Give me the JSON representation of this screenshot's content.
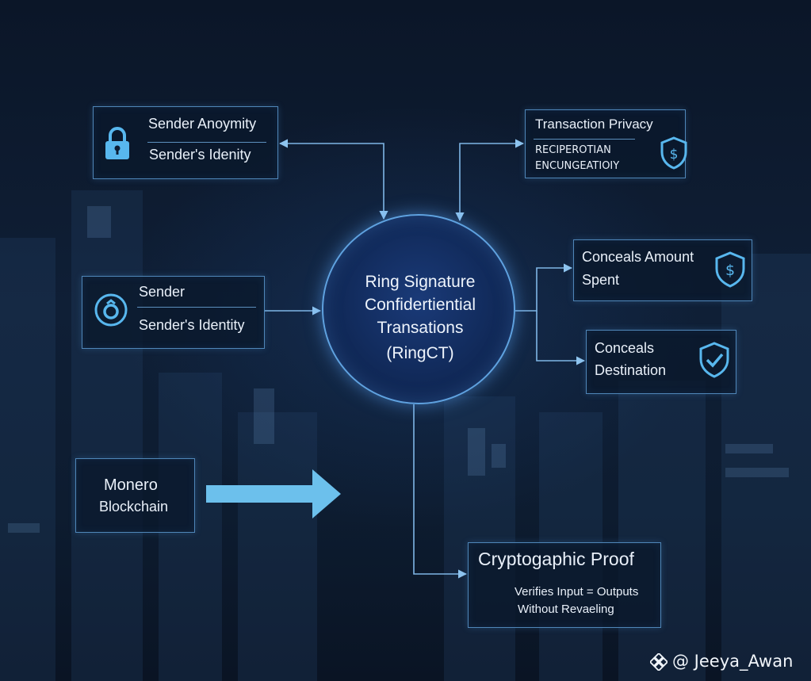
{
  "hub": {
    "line1": "Ring Signature",
    "line2": "Confidertiential",
    "line3": "Transations",
    "line4": "(RingCT)"
  },
  "sender_anonymity": {
    "title": "Sender Anoymity",
    "subtitle": "Sender's Idenity",
    "icon": "lock-icon"
  },
  "sender": {
    "title": "Sender",
    "subtitle": "Sender's Identity",
    "icon": "ring-icon"
  },
  "monero": {
    "line1": "Monero",
    "line2": "Blockchain",
    "arrow_icon": "right-arrow-icon"
  },
  "transaction_privacy": {
    "title": "Transaction Privacy",
    "line1": "RECIPEROTIAN",
    "line2": "ENCUNGEATIOIY",
    "icon": "shield-dollar-icon"
  },
  "conceals_amount": {
    "line1": "Conceals Amount",
    "line2": "Spent",
    "icon": "shield-dollar-icon"
  },
  "conceals_destination": {
    "line1": "Conceals",
    "line2": "Destination",
    "icon": "shield-check-icon"
  },
  "crypto_proof": {
    "title": "Cryptogaphic Proof",
    "line1": "Verifies Input = Outputs",
    "line2": "Without Revaeling"
  },
  "watermark": {
    "text": "@ Jeeya_Awan",
    "icon": "binance-logo-icon"
  },
  "colors": {
    "accent": "#5fa2e0",
    "box_border": "#4f86b8",
    "arrow_fill": "#6cc0ec"
  }
}
